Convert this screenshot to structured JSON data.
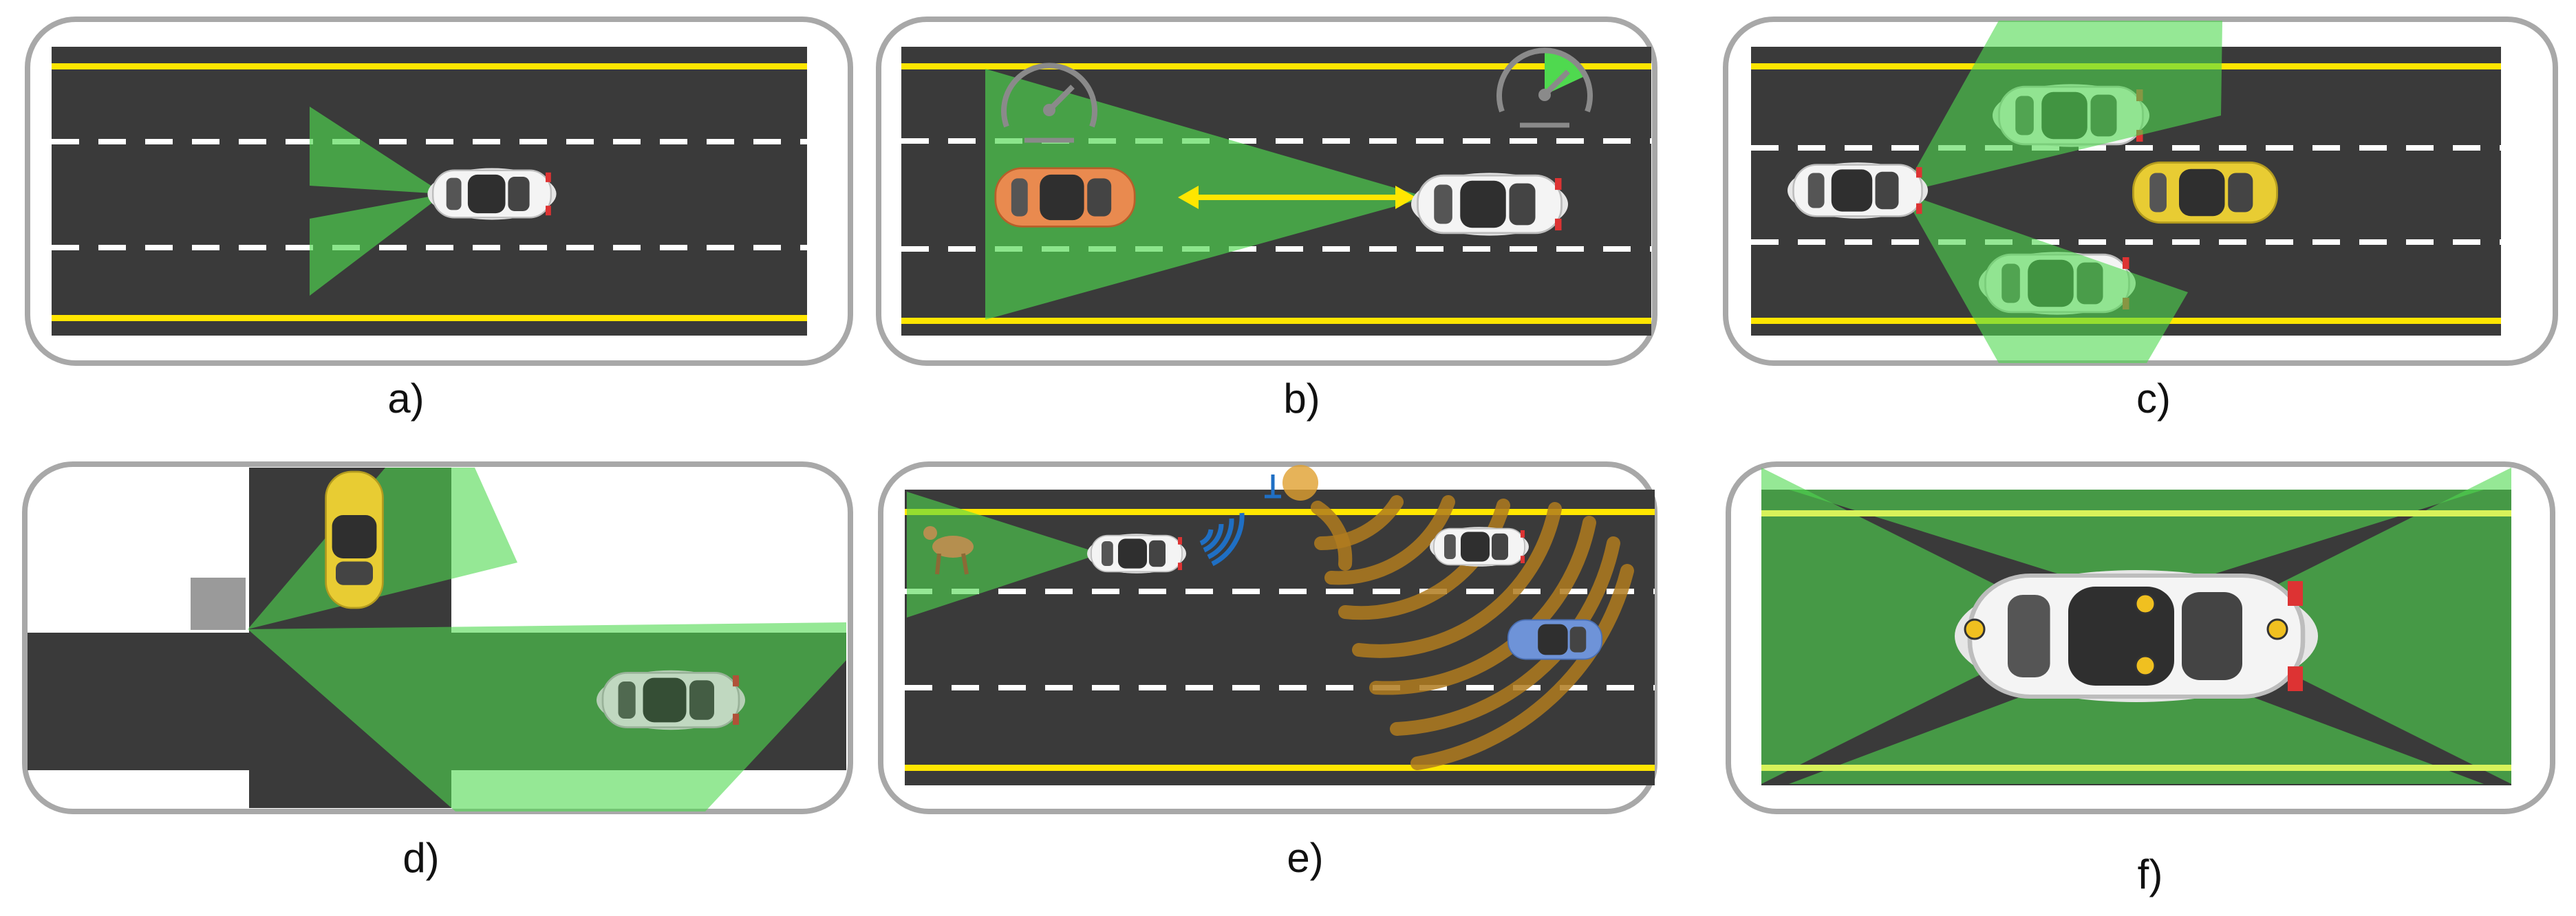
{
  "panels": [
    {
      "id": "a",
      "label": "a)"
    },
    {
      "id": "b",
      "label": "b)"
    },
    {
      "id": "c",
      "label": "c)"
    },
    {
      "id": "d",
      "label": "d)"
    },
    {
      "id": "e",
      "label": "e)"
    },
    {
      "id": "f",
      "label": "f)"
    }
  ],
  "colors": {
    "road": "#3a3a3a",
    "yellow_line": "#ffe600",
    "lane_dash": "#ffffff",
    "sensor_cone": "#4fd94f",
    "ego_car": "#f2f2f2",
    "lead_car": "#e98a4f",
    "yellow_car": "#e8cc33",
    "blue_car": "#6e93d8",
    "signal_wave": "#b07b1e",
    "wifi": "#1f6fc4",
    "frame": "#a8a8a8"
  },
  "icons": [
    "car-icon",
    "speedometer-icon",
    "double-arrow-icon",
    "wifi-signal-icon",
    "antenna-icon",
    "deer-icon",
    "sensor-icon",
    "obstacle-block-icon"
  ]
}
